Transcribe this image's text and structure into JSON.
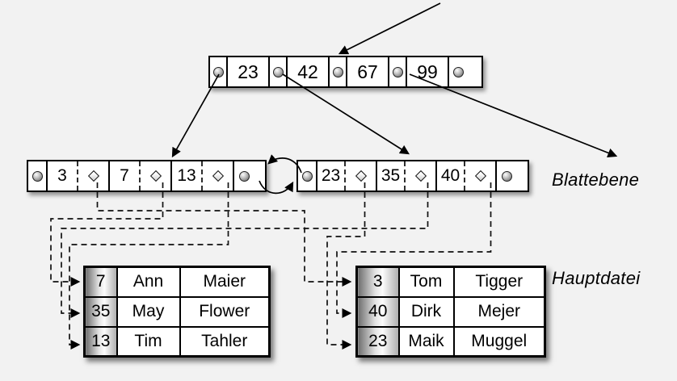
{
  "background_color": "#f2f2f2",
  "root_node": {
    "keys": [
      "23",
      "42",
      "67",
      "99"
    ]
  },
  "leaf_level": {
    "label": "Blattebene",
    "left_leaf": {
      "keys": [
        "3",
        "7",
        "13"
      ]
    },
    "right_leaf": {
      "keys": [
        "23",
        "35",
        "40"
      ]
    }
  },
  "main_file": {
    "label": "Hauptdatei",
    "left_table": {
      "rows": [
        {
          "key": "7",
          "first_name": "Ann",
          "last_name": "Maier"
        },
        {
          "key": "35",
          "first_name": "May",
          "last_name": "Flower"
        },
        {
          "key": "13",
          "first_name": "Tim",
          "last_name": "Tahler"
        }
      ]
    },
    "right_table": {
      "rows": [
        {
          "key": "3",
          "first_name": "Tom",
          "last_name": "Tigger"
        },
        {
          "key": "40",
          "first_name": "Dirk",
          "last_name": "Mejer"
        },
        {
          "key": "23",
          "first_name": "Maik",
          "last_name": "Muggel"
        }
      ]
    }
  },
  "icons": {
    "node_pointer": "gray-sphere-circle",
    "record_pointer": "diamond"
  },
  "line_color": "#000000"
}
